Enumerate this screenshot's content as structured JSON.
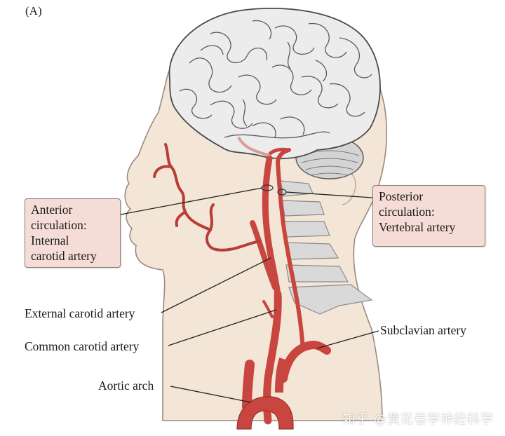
{
  "panel_label": "(A)",
  "callouts": {
    "anterior": [
      "Anterior",
      "circulation:",
      "Internal",
      "carotid artery"
    ],
    "posterior": [
      "Posterior",
      "circulation:",
      "Vertebral artery"
    ]
  },
  "labels": {
    "external_carotid": "External carotid artery",
    "common_carotid": "Common carotid artery",
    "aortic_arch": "Aortic arch",
    "subclavian": "Subclavian artery"
  },
  "watermark": "知乎 @黄花卷学神经科学",
  "colors": {
    "skin": "#f3e6d6",
    "skin_outline": "#9a8a7e",
    "brain": "#ebebeb",
    "artery": "#c8463f",
    "artery_dark": "#9c2f2b",
    "bone": "#d8d8d8",
    "callout_fill": "#f6dcd6"
  }
}
